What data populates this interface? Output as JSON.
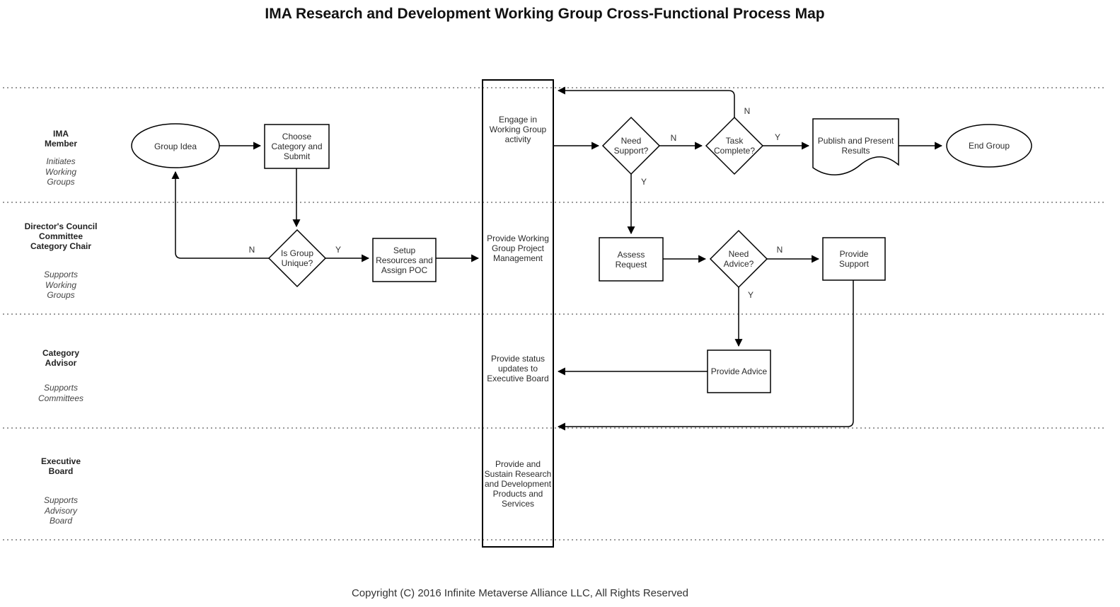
{
  "title": "IMA Research and Development Working Group Cross-Functional Process Map",
  "lanes": [
    {
      "role": "IMA\nMember",
      "description": "Initiates\nWorking\nGroups"
    },
    {
      "role": "Director's Council\nCommittee\nCategory Chair",
      "description": "Supports\nWorking\nGroups"
    },
    {
      "role": "Category\nAdvisor",
      "description": "Supports\nCommittees"
    },
    {
      "role": "Executive\nBoard",
      "description": "Supports\nAdvisory\nBoard"
    }
  ],
  "center_bar": {
    "lane1": "Engage in\nWorking Group\nactivity",
    "lane2": "Provide Working\nGroup Project\nManagement",
    "lane3": "Provide status\nupdates to\nExecutive Board",
    "lane4": "Provide and\nSustain Research\nand Development\nProducts and\nServices"
  },
  "nodes": {
    "group_idea": "Group Idea",
    "choose_category": "Choose\nCategory and\nSubmit",
    "is_group_unique": "Is Group\nUnique?",
    "setup_resources": "Setup\nResources and\nAssign POC",
    "need_support": "Need\nSupport?",
    "task_complete": "Task\nComplete?",
    "publish_results": "Publish and Present\nResults",
    "end_group": "End Group",
    "assess_request": "Assess\nRequest",
    "need_advice": "Need\nAdvice?",
    "provide_support": "Provide\nSupport",
    "provide_advice": "Provide Advice"
  },
  "edge_labels": {
    "unique_n": "N",
    "unique_y": "Y",
    "support_n": "N",
    "support_y": "Y",
    "complete_n": "N",
    "complete_y": "Y",
    "advice_n": "N",
    "advice_y": "Y"
  },
  "footer": {
    "copyright": "Copyright (C) 2016 Infinite Metaverse Alliance LLC, All Rights Reserved"
  },
  "colors": {
    "stroke": "#000000",
    "lane_divider": "#999999",
    "text": "#333333",
    "background": "#ffffff"
  }
}
